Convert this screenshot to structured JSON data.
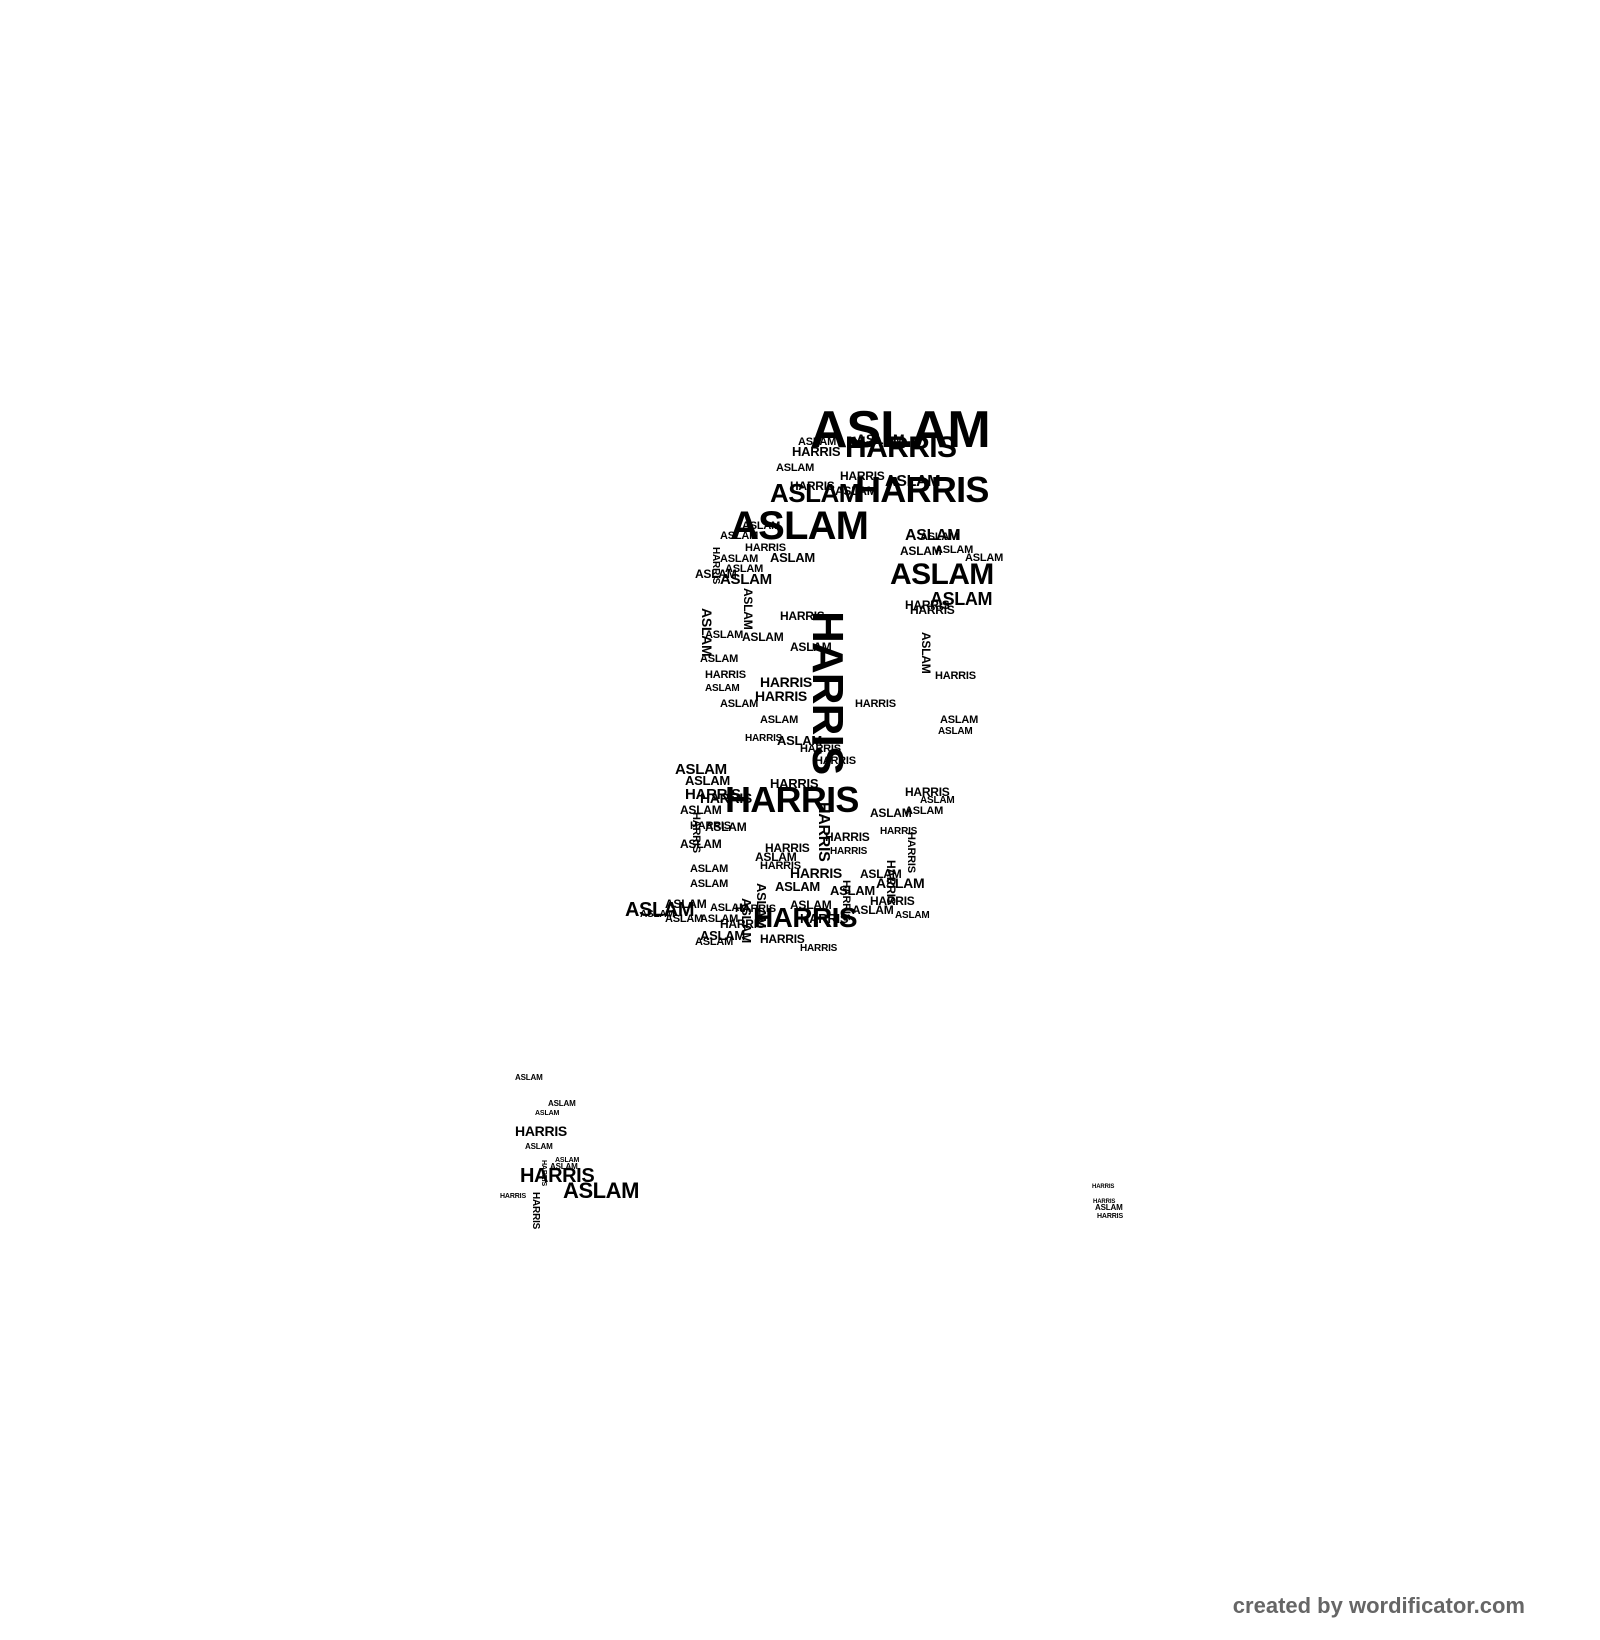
{
  "words": [
    "ASLAM",
    "ASLAM",
    "HARRIS",
    "ASLAM",
    "HARRIS",
    "HARRIS",
    "ASLAM",
    "HARRIS",
    "ASLAM",
    "HARRIS",
    "ASLAM",
    "HARRIS",
    "ASLAM",
    "ASLAM",
    "ASLAM",
    "HARRIS",
    "ASLAM",
    "ASLAM",
    "ASLAM",
    "HARRIS",
    "ASLAM",
    "HARRIS",
    "ASLAM",
    "ASLAM",
    "ASLAM",
    "HARRIS",
    "HARRIS",
    "HARRIS",
    "ASLAM",
    "ASLAM",
    "ASLAM",
    "ASLAM",
    "ASLAM",
    "ASLAM",
    "ASLAM",
    "ASLAM",
    "HARRIS",
    "HARRIS",
    "HARRIS",
    "ASLAM",
    "ASLAM",
    "HARRIS",
    "ASLAM",
    "ASLAM",
    "ASLAM",
    "HARRIS",
    "ASLAM",
    "ASLAM",
    "HARRIS",
    "ASLAM",
    "ASLAM",
    "HARRIS",
    "HARRIS",
    "HARRIS",
    "ASLAM",
    "ASLAM",
    "ASLAM",
    "HARRIS",
    "ASLAM",
    "HARRIS",
    "HARRIS",
    "ASLAM",
    "HARRIS",
    "ASLAM",
    "HARRIS",
    "HARRIS",
    "ASLAM",
    "HARRIS",
    "HARRIS",
    "HARRIS",
    "ASLAM",
    "HARRIS",
    "ASLAM",
    "HARRIS",
    "HARRIS",
    "HARRIS",
    "ASLAM",
    "ASLAM",
    "HARRIS",
    "ASLAM",
    "ASLAM",
    "ASLAM",
    "ASLAM",
    "ASLAM",
    "HARRIS",
    "HARRIS",
    "ASLAM",
    "HARRIS",
    "ASLAM",
    "ASLAM",
    "ASLAM",
    "ASLAM",
    "ASLAM",
    "ASLAM",
    "ASLAM",
    "HARRIS",
    "ASLAM",
    "ASLAM",
    "HARRIS",
    "ASLAM",
    "HARRIS",
    "ASLAM",
    "HARRIS",
    "ASLAM",
    "ASLAM",
    "HARRIS",
    "ASLAM",
    "HARRIS",
    "ASLAM",
    "HARRIS",
    "ASLAM",
    "ASLAM",
    "HARRIS",
    "ASLAM",
    "ASLAM",
    "ASLAM",
    "HARRIS",
    "HARRIS",
    "HARRIS",
    "HARRIS",
    "ASLAM",
    "HARRIS",
    "ASLAM",
    "HARRIS",
    "ASLAM",
    "ASLAM"
  ],
  "credit": "created by wordificator.com",
  "colors": {
    "ink": "#000000",
    "credit": "#666666",
    "background": "#ffffff"
  }
}
